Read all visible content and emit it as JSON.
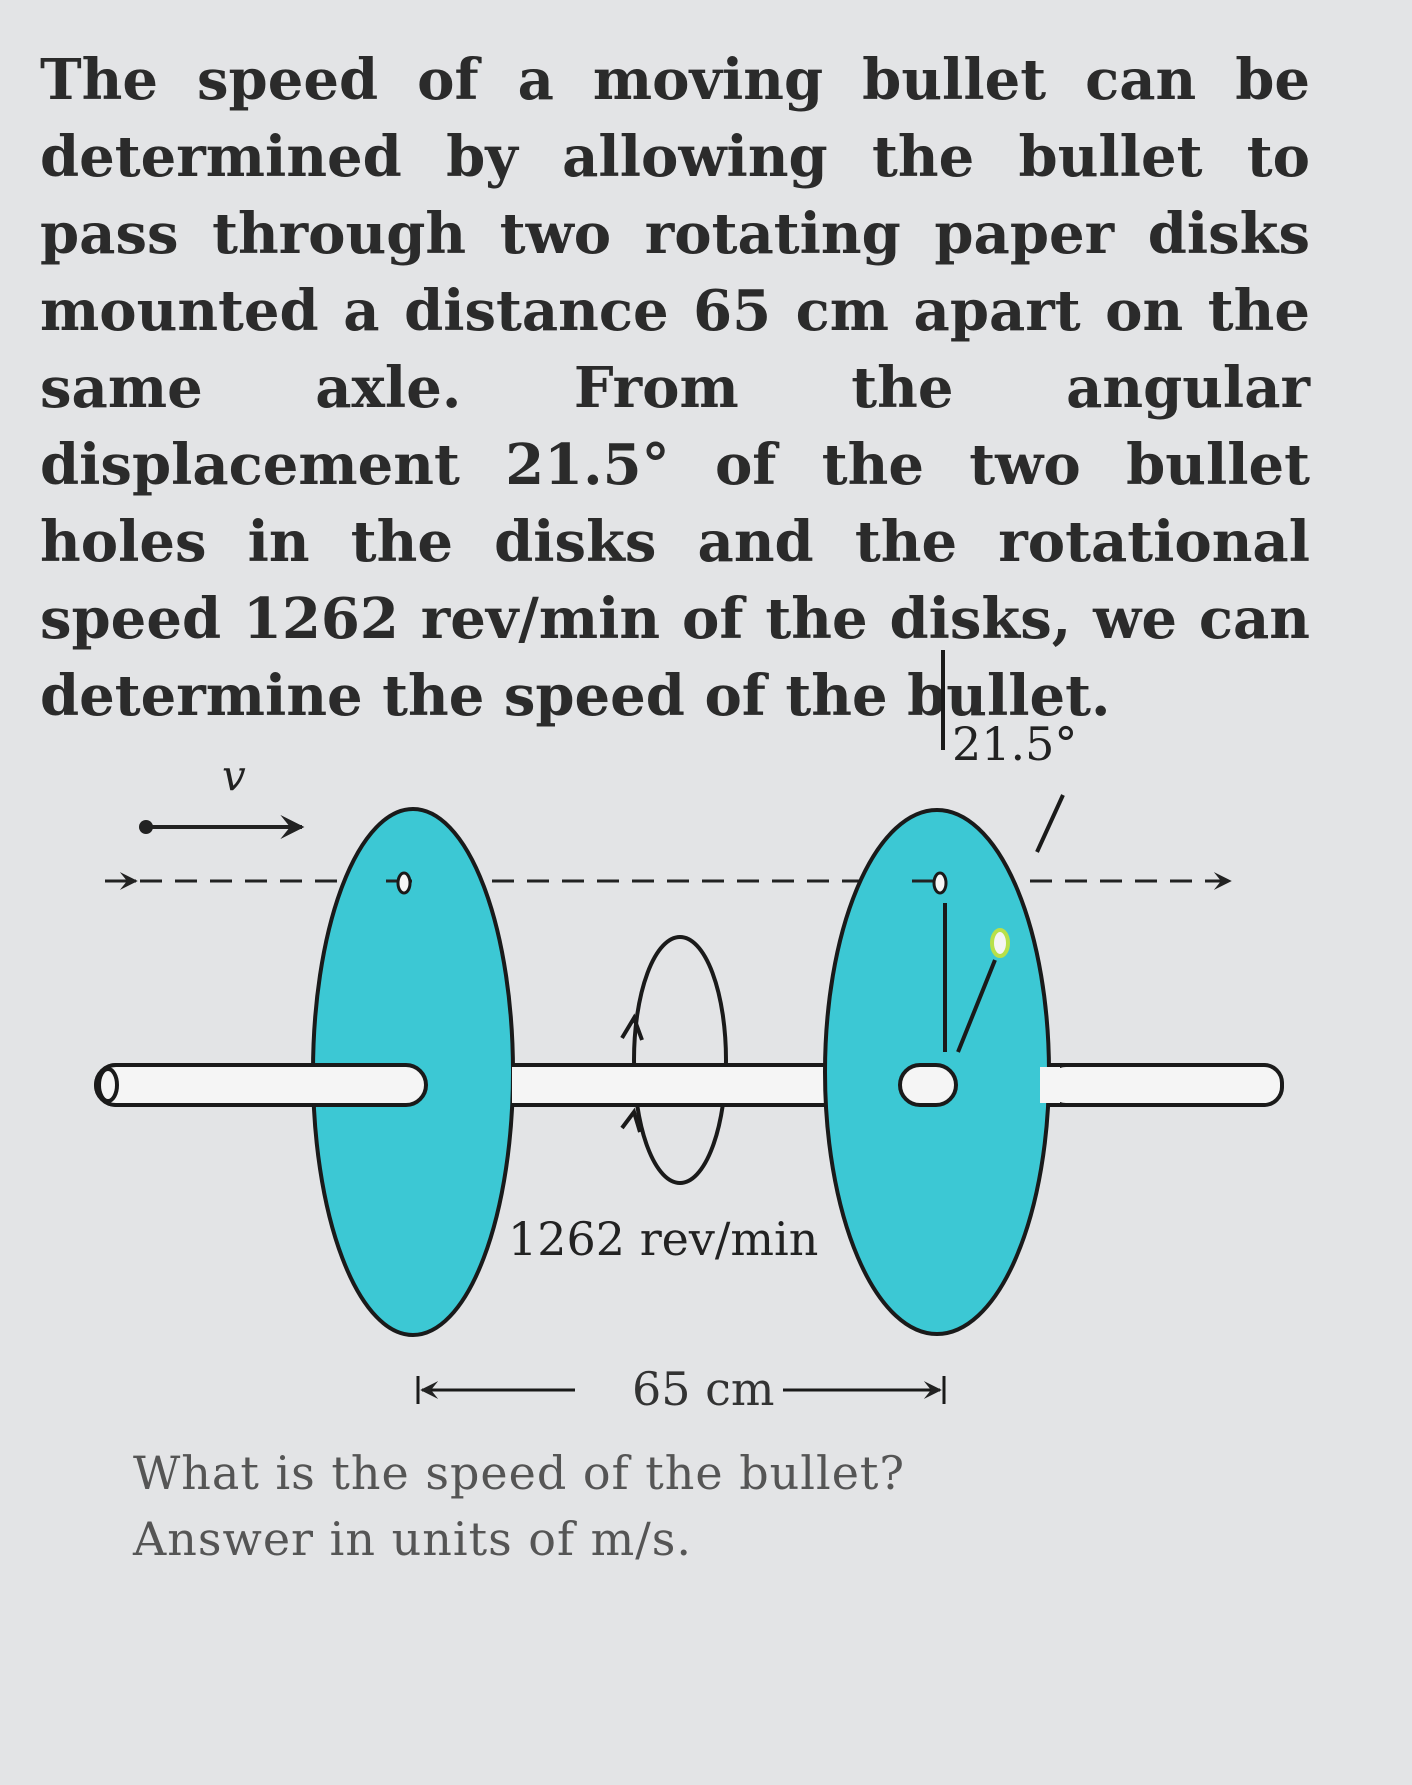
{
  "problem": {
    "text": "The speed of a moving bullet can be determined by allowing the bullet to pass through two rotating paper disks mounted a distance 65 cm apart on the same axle. From the angular displacement 21.5° of the two bullet holes in the disks and the rotational speed 1262 rev/min of the disks, we can determine the speed of the bullet."
  },
  "diagram": {
    "velocity_label": "v",
    "angle_label": "21.5°",
    "rotation_label": "1262 rev/min",
    "distance_label": "65 cm",
    "colors": {
      "disk_fill": "#3cc8d4",
      "disk_stroke": "#1a1a1a",
      "hole_highlight": "#b8e04a"
    }
  },
  "question": {
    "line1": "What is the speed of the bullet?",
    "line2": "Answer in units of  m/s."
  }
}
